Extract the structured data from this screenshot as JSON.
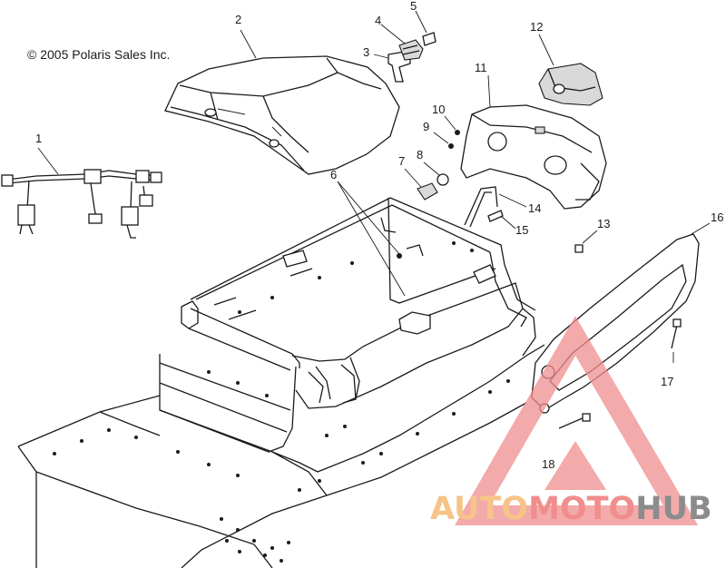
{
  "copyright": "© 2005 Polaris Sales Inc.",
  "callouts": [
    "1",
    "2",
    "3",
    "4",
    "5",
    "6",
    "7",
    "8",
    "9",
    "10",
    "11",
    "12",
    "13",
    "14",
    "15",
    "16",
    "17",
    "18"
  ],
  "watermark": {
    "part1": "AUTO",
    "part2": "MOTO",
    "part3": "HUB",
    "colors": {
      "auto": "#f6c489",
      "moto": "#f08e8e",
      "hub": "#8c8c8c",
      "triangle": "#f08e8e"
    }
  }
}
